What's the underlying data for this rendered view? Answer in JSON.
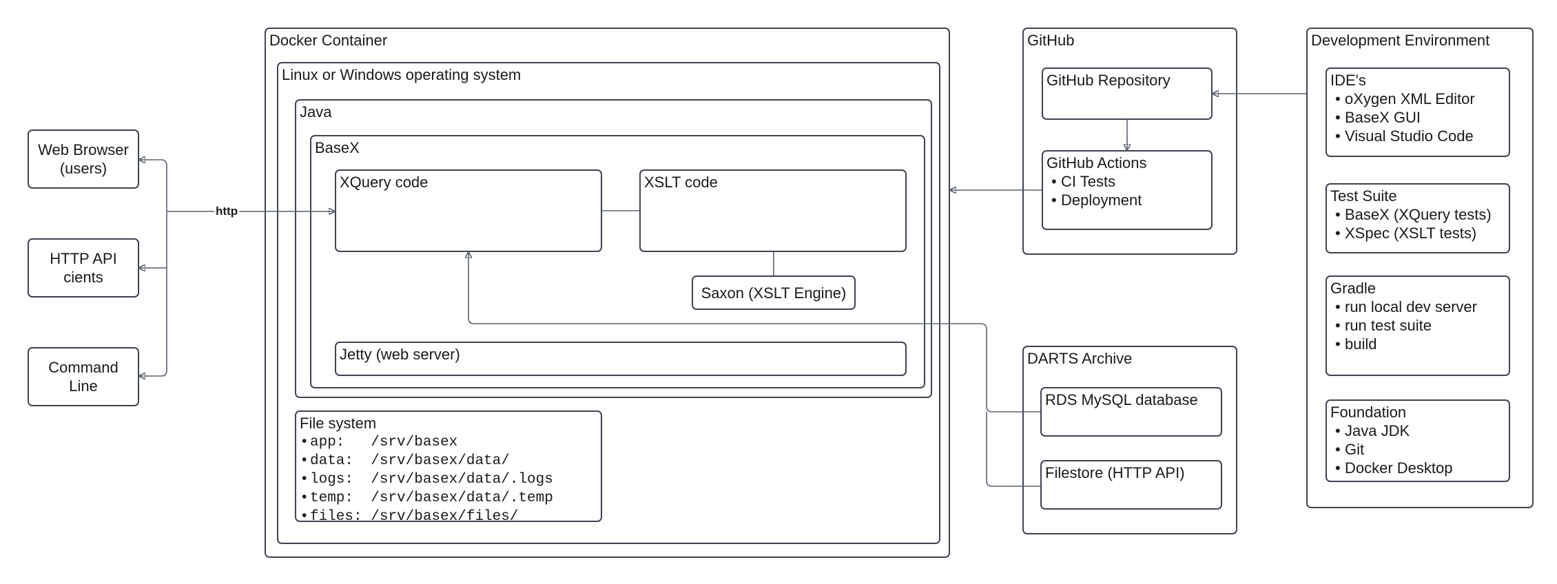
{
  "clients": {
    "web_browser": [
      "Web Browser",
      "(users)"
    ],
    "http_api": [
      "HTTP API",
      "cients"
    ],
    "command_line": [
      "Command",
      "Line"
    ]
  },
  "edge_label": "http",
  "docker": {
    "title": "Docker Container",
    "os": {
      "title": "Linux or Windows operating system",
      "java": {
        "title": "Java",
        "basex": {
          "title": "BaseX",
          "xquery": "XQuery code",
          "xslt": "XSLT code",
          "saxon": "Saxon (XSLT Engine)",
          "jetty": "Jetty (web server)"
        }
      },
      "filesystem": {
        "title": "File system",
        "items": [
          "app:   /srv/basex",
          "data:  /srv/basex/data/",
          "logs:  /srv/basex/data/.logs",
          "temp:  /srv/basex/data/.temp",
          "files: /srv/basex/files/"
        ]
      }
    }
  },
  "github": {
    "title": "GitHub",
    "repository": "GitHub Repository",
    "actions": {
      "title": "GitHub Actions",
      "items": [
        "CI Tests",
        "Deployment"
      ]
    }
  },
  "darts": {
    "title": "DARTS Archive",
    "rds": "RDS MySQL database",
    "filestore": "Filestore (HTTP API)"
  },
  "dev": {
    "title": "Development Environment",
    "ides": {
      "title": "IDE's",
      "items": [
        "oXygen XML Editor",
        "BaseX GUI",
        "Visual Studio Code"
      ]
    },
    "test_suite": {
      "title": "Test Suite",
      "items": [
        "BaseX (XQuery tests)",
        "XSpec (XSLT tests)"
      ]
    },
    "gradle": {
      "title": "Gradle",
      "items": [
        "run local dev server",
        "run test suite",
        "build"
      ]
    },
    "foundation": {
      "title": "Foundation",
      "items": [
        "Java JDK",
        "Git",
        "Docker Desktop"
      ]
    }
  },
  "colors": {
    "border": "#3d4450",
    "edge": "#5a6270",
    "background": "#ffffff"
  }
}
